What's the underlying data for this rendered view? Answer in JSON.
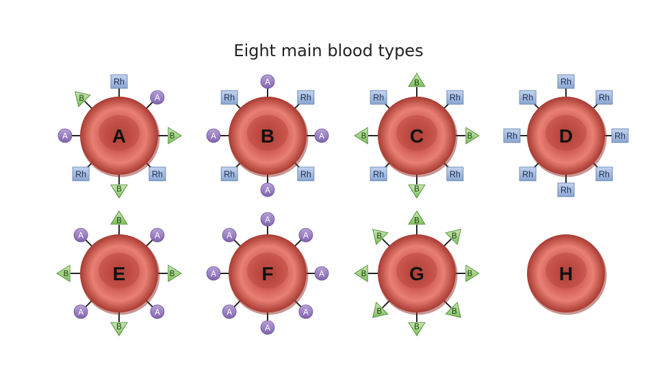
{
  "title": "Eight main blood types",
  "colors": {
    "cell_dark": "#a83a32",
    "cell_mid": "#cf5a50",
    "cell_light": "#e98074",
    "antigen_a": "#9b7fc2",
    "antigen_b": "#9ccf7e",
    "antigen_rh": "#9fb7dd",
    "stalk": "#222222"
  },
  "antigen_labels": {
    "a": "A",
    "b": "B",
    "rh": "Rh"
  },
  "cells": [
    {
      "label": "A",
      "antigens": [
        "rh",
        "a",
        "b",
        "rh",
        "b",
        "rh",
        "a",
        "b"
      ]
    },
    {
      "label": "B",
      "antigens": [
        "a",
        "rh",
        "a",
        "rh",
        "a",
        "rh",
        "a",
        "rh"
      ]
    },
    {
      "label": "C",
      "antigens": [
        "b",
        "rh",
        "b",
        "rh",
        "b",
        "rh",
        "b",
        "rh"
      ]
    },
    {
      "label": "D",
      "antigens": [
        "rh",
        "rh",
        "rh",
        "rh",
        "rh",
        "rh",
        "rh",
        "rh"
      ]
    },
    {
      "label": "E",
      "antigens": [
        "b",
        "a",
        "b",
        "a",
        "b",
        "a",
        "b",
        "a"
      ]
    },
    {
      "label": "F",
      "antigens": [
        "a",
        "a",
        "a",
        "a",
        "a",
        "a",
        "a",
        "a"
      ]
    },
    {
      "label": "G",
      "antigens": [
        "b",
        "b",
        "b",
        "b",
        "b",
        "b",
        "b",
        "b"
      ]
    },
    {
      "label": "H",
      "antigens": []
    }
  ]
}
